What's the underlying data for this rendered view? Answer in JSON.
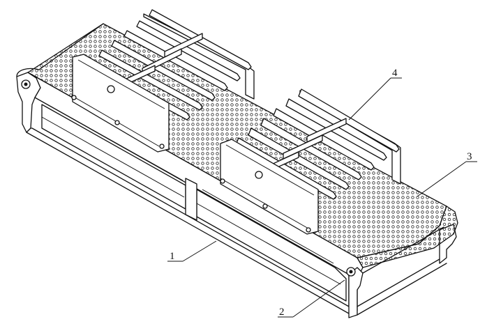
{
  "figure": {
    "labels": [
      {
        "id": "frame",
        "text": "1"
      },
      {
        "id": "roller-bearing",
        "text": "2"
      },
      {
        "id": "perforated-belt",
        "text": "3"
      },
      {
        "id": "guide-rollers",
        "text": "4"
      }
    ]
  }
}
